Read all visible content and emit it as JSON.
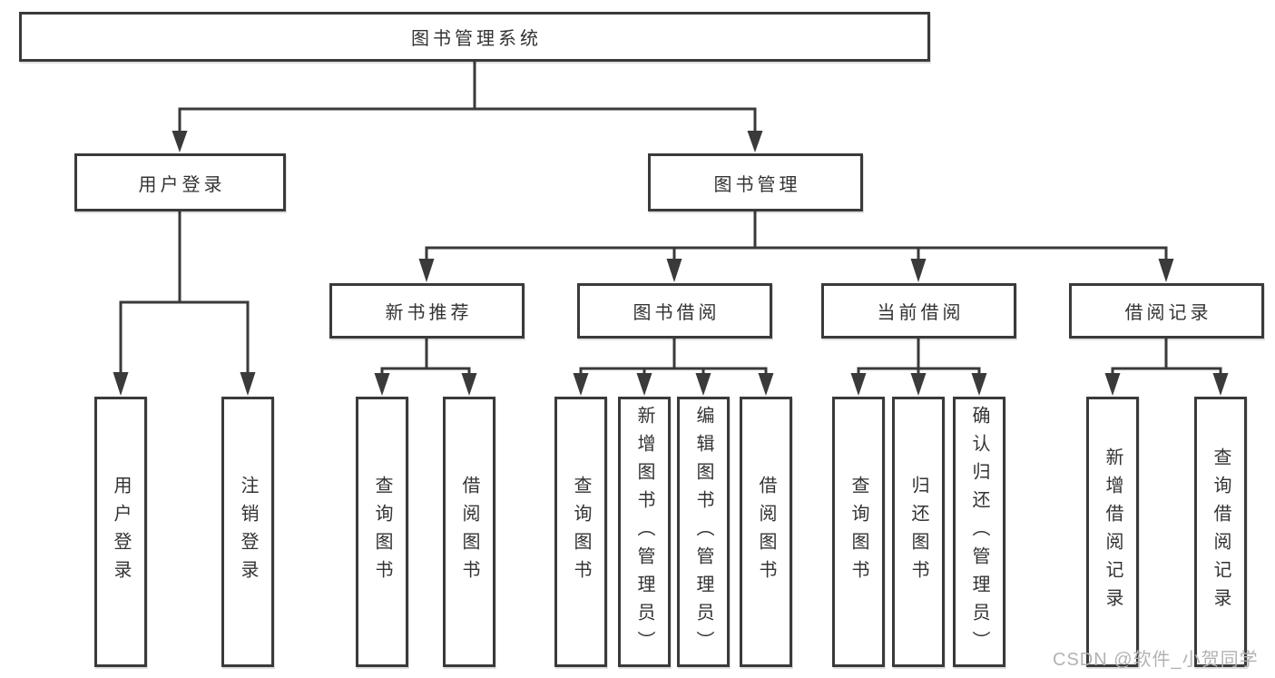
{
  "colors": {
    "line": "#3a3a3a",
    "text": "#333333",
    "box_bg": "#ffffff",
    "watermark": "#b2b2b2",
    "background": "#ffffff"
  },
  "root": {
    "label": "图书管理系统"
  },
  "level2": [
    {
      "label": "用户登录"
    },
    {
      "label": "图书管理"
    }
  ],
  "level3": [
    {
      "label": "新书推荐"
    },
    {
      "label": "图书借阅"
    },
    {
      "label": "当前借阅"
    },
    {
      "label": "借阅记录"
    }
  ],
  "leaves": [
    {
      "label": "用户登录"
    },
    {
      "label": "注销登录"
    },
    {
      "label": "查询图书"
    },
    {
      "label": "借阅图书"
    },
    {
      "label": "查询图书"
    },
    {
      "label": "新增图书（管理员）"
    },
    {
      "label": "编辑图书（管理员）"
    },
    {
      "label": "借阅图书"
    },
    {
      "label": "查询图书"
    },
    {
      "label": "归还图书"
    },
    {
      "label": "确认归还（管理员）"
    },
    {
      "label": "新增借阅记录"
    },
    {
      "label": "查询借阅记录"
    }
  ],
  "watermark": {
    "text": "CSDN @软件_小贺同学"
  }
}
